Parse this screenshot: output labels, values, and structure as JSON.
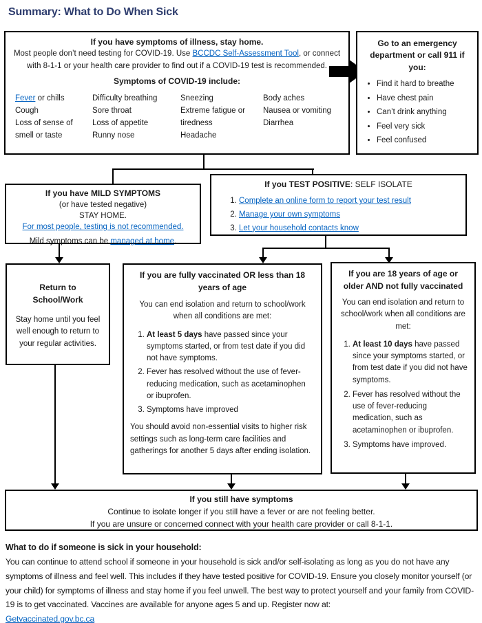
{
  "title": "Summary: What to Do When Sick",
  "colors": {
    "title_text": "#2E3D6E",
    "link": "#0563C1",
    "border": "#000000",
    "arrow": "#000000"
  },
  "top_box": {
    "heading": "If you have symptoms of illness, stay home.",
    "intro_pre": "Most people don’t need testing for COVID-19. Use ",
    "intro_link": "BCCDC Self-Assessment Tool",
    "intro_post": ", or connect with 8-1-1 or your health care provider to find out if a COVID-19 test is recommended.",
    "symptoms_heading": "Symptoms of COVID-19 include:",
    "col1": {
      "item1_link": "Fever",
      "item1_rest": " or chills",
      "item2": "Cough",
      "item3": "Loss of sense of smell or taste"
    },
    "col2": {
      "item1": "Difficulty breathing",
      "item2": "Sore throat",
      "item3": "Loss of appetite",
      "item4": "Runny nose"
    },
    "col3": {
      "item1": "Sneezing",
      "item2": "Extreme fatigue or tiredness",
      "item3": "Headache"
    },
    "col4": {
      "item1": "Body aches",
      "item2": "Nausea or vomiting",
      "item3": "Diarrhea"
    }
  },
  "emergency_box": {
    "heading": "Go to an emergency department or call 911 if you:",
    "bullets": [
      "Find it hard to breathe",
      "Have chest pain",
      "Can’t drink anything",
      "Feel very sick",
      "Feel confused"
    ]
  },
  "mild_box": {
    "heading": "If you have MILD SYMPTOMS",
    "line2": "(or have tested negative)",
    "line3": "STAY HOME.",
    "link1": "For most people, testing is not recommended.",
    "tail_pre": "Mild symptoms can be ",
    "tail_link": "managed at home",
    "tail_post": "."
  },
  "positive_box": {
    "heading_bold": "If you TEST POSITIVE",
    "heading_rest": ": SELF ISOLATE",
    "links": [
      "Complete an online form to report your test result",
      "Manage your own symptoms",
      "Let your household contacts know"
    ]
  },
  "return_box": {
    "heading": "Return to School/Work",
    "body": "Stay home until you feel well enough to return to your regular activities."
  },
  "vaccinated_box": {
    "heading": "If you are fully vaccinated OR less than 18 years of age",
    "intro": "You can end isolation and return to school/work when all conditions are met:",
    "item1_bold": "At least 5 days",
    "item1_rest": " have passed since your symptoms started, or from test date if you did not have symptoms.",
    "item2": "Fever has resolved without the use of fever-reducing medication, such as acetaminophen or ibuprofen.",
    "item3": "Symptoms have improved",
    "footer": "You should avoid non-essential visits to higher risk settings such as long-term care facilities and gatherings for another 5 days after ending isolation."
  },
  "unvaccinated_box": {
    "heading": "If you are 18 years of age or older AND not fully vaccinated",
    "intro": "You can end isolation and return to school/work when all conditions are met:",
    "item1_bold": "At least 10 days",
    "item1_rest": " have passed since your symptoms started, or from test date if you did not have symptoms.",
    "item2": "Fever has resolved without the use of fever-reducing medication, such as acetaminophen or ibuprofen.",
    "item3": "Symptoms have improved."
  },
  "still_box": {
    "heading": "If you still have symptoms",
    "line1": "Continue to isolate longer if you still have a fever or are not feeling better.",
    "line2": "If you are unsure or concerned connect with your health care provider or call 8-1-1."
  },
  "household": {
    "heading": "What to do if someone is sick in your household:",
    "body": "You can continue to attend school if someone in your household is sick and/or self-isolating as long as you do not have any symptoms of illness and feel well. This includes if they have tested positive for COVID-19. Ensure you closely monitor yourself (or your child) for symptoms of illness and stay home if you feel unwell. The best way to protect yourself and your family from COVID-19 is to get vaccinated. Vaccines are available for anyone ages 5 and up. Register now at:",
    "link": "Getvaccinated.gov.bc.ca"
  }
}
